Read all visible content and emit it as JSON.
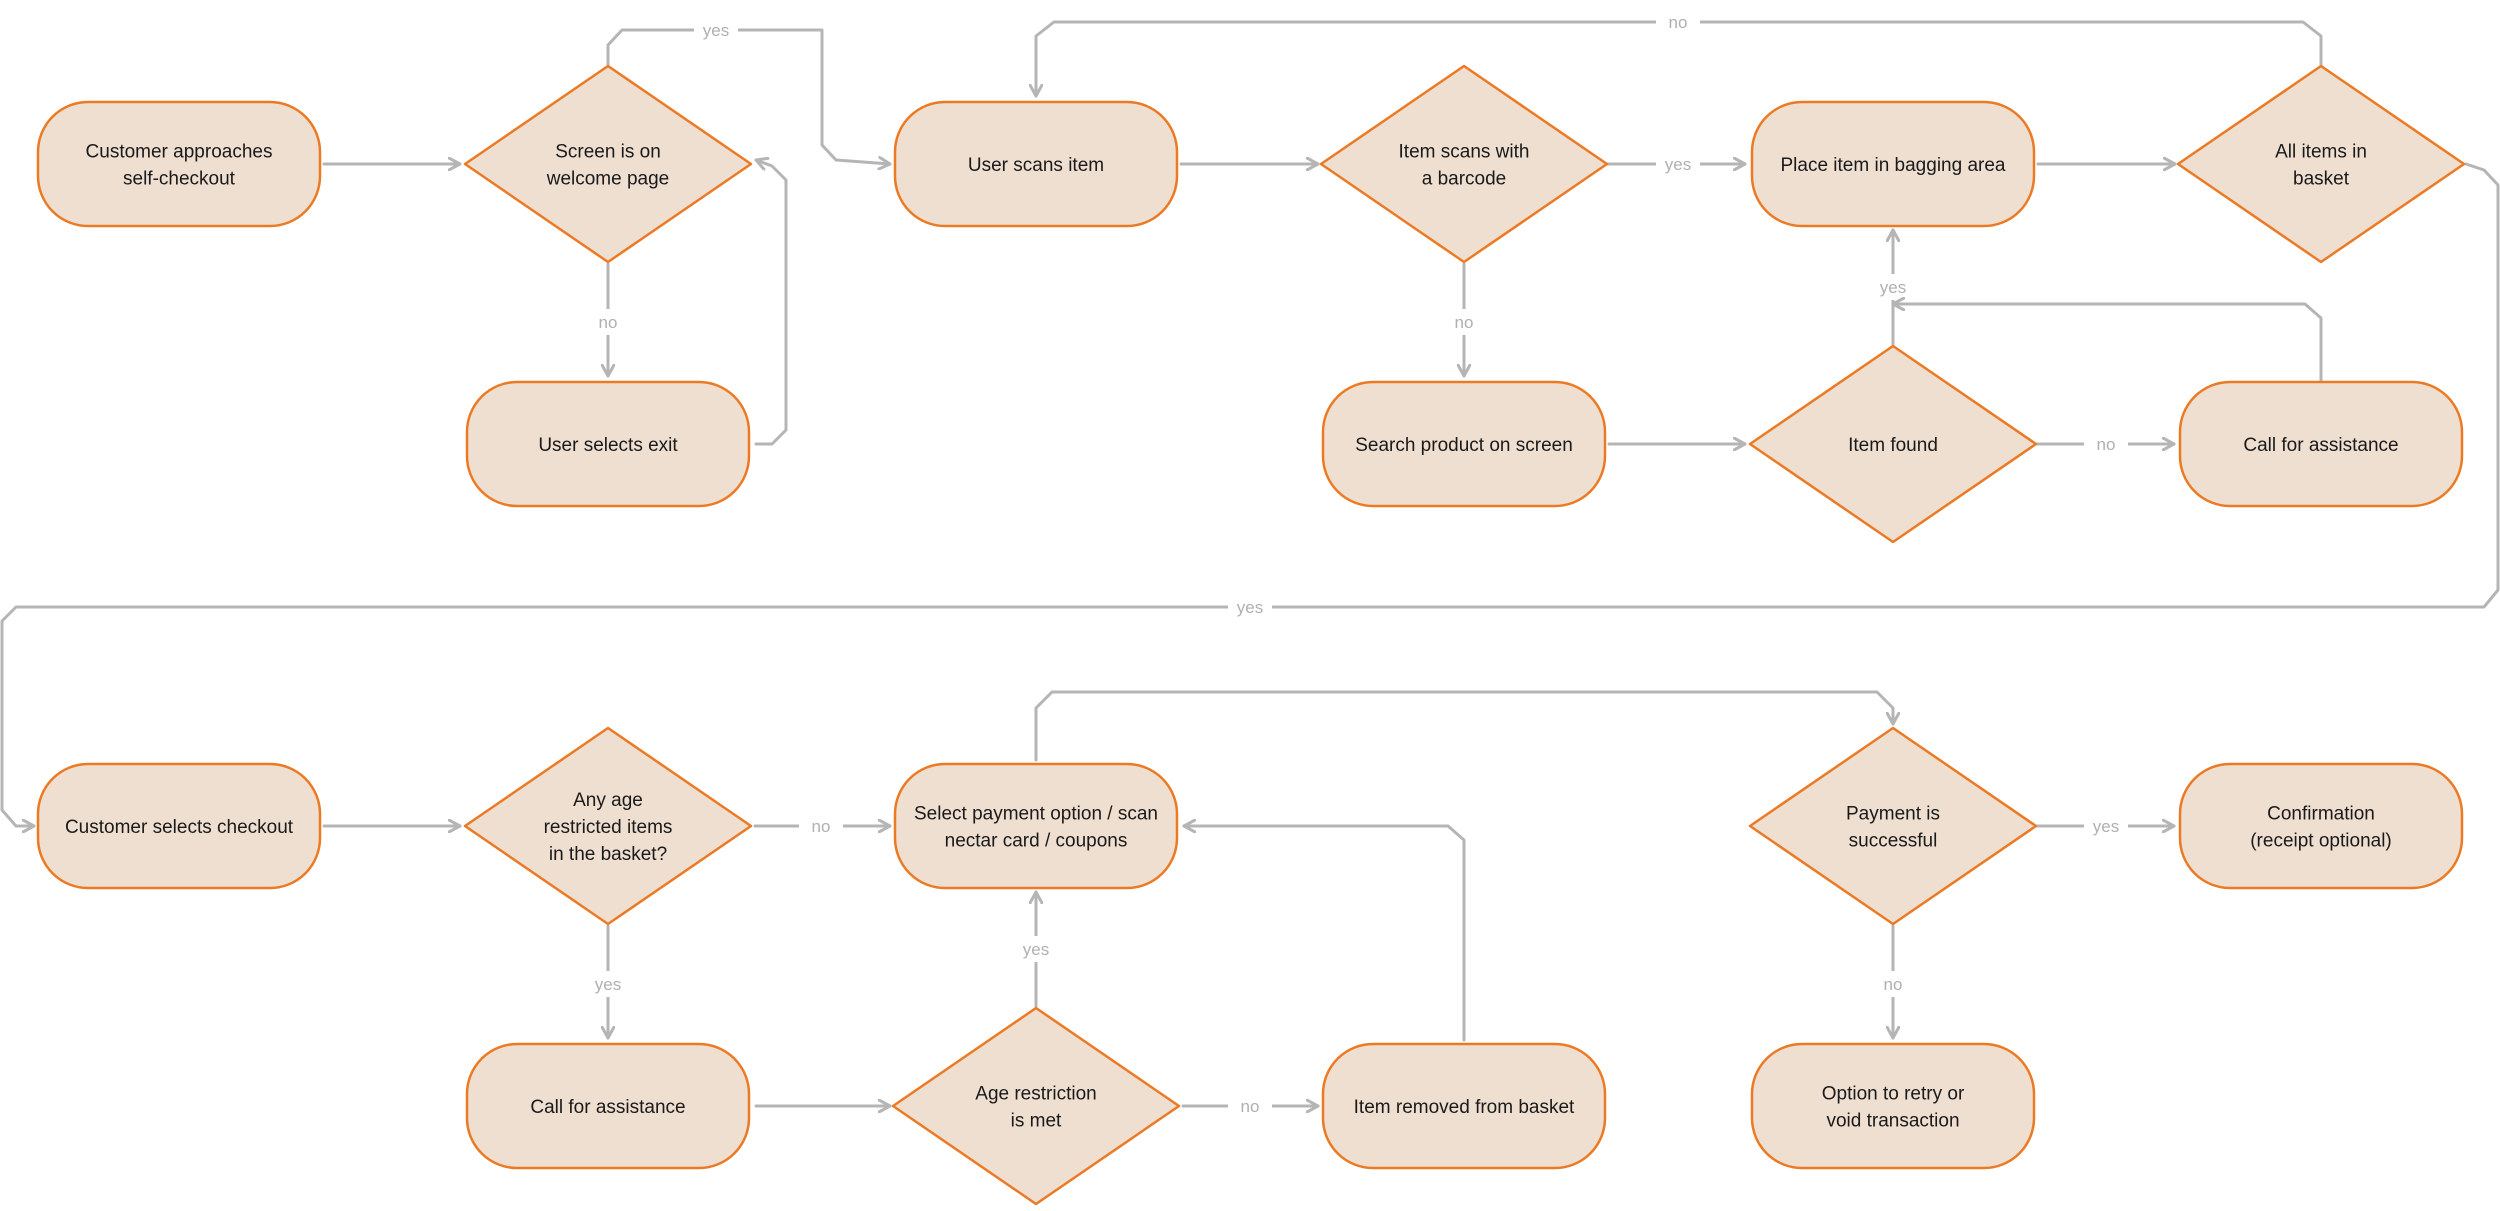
{
  "colors": {
    "node_fill": "#eedfd1",
    "node_stroke": "#ec7a24",
    "edge": "#b5b5b5",
    "edge_label": "#b0b0b0",
    "text": "#1a1a1a"
  },
  "nodes": {
    "customer_approaches": {
      "shape": "terminal",
      "lines": [
        "Customer approaches",
        "self-checkout"
      ]
    },
    "screen_welcome": {
      "shape": "decision",
      "lines": [
        "Screen is on",
        "welcome page"
      ]
    },
    "user_selects_exit": {
      "shape": "terminal",
      "lines": [
        "User selects exit"
      ]
    },
    "user_scans_item": {
      "shape": "terminal",
      "lines": [
        "User scans item"
      ]
    },
    "item_scans_barcode": {
      "shape": "decision",
      "lines": [
        "Item scans with",
        "a barcode"
      ]
    },
    "search_product": {
      "shape": "terminal",
      "lines": [
        "Search product on screen"
      ]
    },
    "place_item_bagging": {
      "shape": "terminal",
      "lines": [
        "Place item in bagging area"
      ]
    },
    "item_found": {
      "shape": "decision",
      "lines": [
        "Item found"
      ]
    },
    "all_items_basket": {
      "shape": "decision",
      "lines": [
        "All items in",
        "basket"
      ]
    },
    "call_assistance_top": {
      "shape": "terminal",
      "lines": [
        "Call for assistance"
      ]
    },
    "customer_selects_checkout": {
      "shape": "terminal",
      "lines": [
        "Customer selects checkout"
      ]
    },
    "age_restricted_items": {
      "shape": "decision",
      "lines": [
        "Any age",
        "restricted items",
        "in the basket?"
      ]
    },
    "call_assistance_bottom": {
      "shape": "terminal",
      "lines": [
        "Call for assistance"
      ]
    },
    "select_payment": {
      "shape": "terminal",
      "lines": [
        "Select payment option / scan",
        "nectar card / coupons"
      ]
    },
    "age_restriction_met": {
      "shape": "decision",
      "lines": [
        "Age restriction",
        "is met"
      ]
    },
    "item_removed": {
      "shape": "terminal",
      "lines": [
        "Item removed from basket"
      ]
    },
    "payment_successful": {
      "shape": "decision",
      "lines": [
        "Payment is",
        "successful"
      ]
    },
    "confirmation": {
      "shape": "terminal",
      "lines": [
        "Confirmation",
        "(receipt optional)"
      ]
    },
    "retry_void": {
      "shape": "terminal",
      "lines": [
        "Option to retry or",
        "void transaction"
      ]
    }
  },
  "edges": [
    {
      "from": "customer_approaches",
      "to": "screen_welcome",
      "label": ""
    },
    {
      "from": "screen_welcome",
      "to": "user_scans_item",
      "label": "yes"
    },
    {
      "from": "screen_welcome",
      "to": "user_selects_exit",
      "label": "no"
    },
    {
      "from": "user_selects_exit",
      "to": "screen_welcome",
      "label": ""
    },
    {
      "from": "user_scans_item",
      "to": "item_scans_barcode",
      "label": ""
    },
    {
      "from": "item_scans_barcode",
      "to": "place_item_bagging",
      "label": "yes"
    },
    {
      "from": "item_scans_barcode",
      "to": "search_product",
      "label": "no"
    },
    {
      "from": "search_product",
      "to": "item_found",
      "label": ""
    },
    {
      "from": "item_found",
      "to": "place_item_bagging",
      "label": "yes"
    },
    {
      "from": "item_found",
      "to": "call_assistance_top",
      "label": "no"
    },
    {
      "from": "call_assistance_top",
      "to": "place_item_bagging",
      "label": ""
    },
    {
      "from": "place_item_bagging",
      "to": "all_items_basket",
      "label": ""
    },
    {
      "from": "all_items_basket",
      "to": "user_scans_item",
      "label": "no"
    },
    {
      "from": "all_items_basket",
      "to": "customer_selects_checkout",
      "label": "yes"
    },
    {
      "from": "customer_selects_checkout",
      "to": "age_restricted_items",
      "label": ""
    },
    {
      "from": "age_restricted_items",
      "to": "select_payment",
      "label": "no"
    },
    {
      "from": "age_restricted_items",
      "to": "call_assistance_bottom",
      "label": "yes"
    },
    {
      "from": "call_assistance_bottom",
      "to": "age_restriction_met",
      "label": ""
    },
    {
      "from": "age_restriction_met",
      "to": "select_payment",
      "label": "yes"
    },
    {
      "from": "age_restriction_met",
      "to": "item_removed",
      "label": "no"
    },
    {
      "from": "item_removed",
      "to": "select_payment",
      "label": ""
    },
    {
      "from": "select_payment",
      "to": "payment_successful",
      "label": ""
    },
    {
      "from": "payment_successful",
      "to": "confirmation",
      "label": "yes"
    },
    {
      "from": "payment_successful",
      "to": "retry_void",
      "label": "no"
    }
  ]
}
